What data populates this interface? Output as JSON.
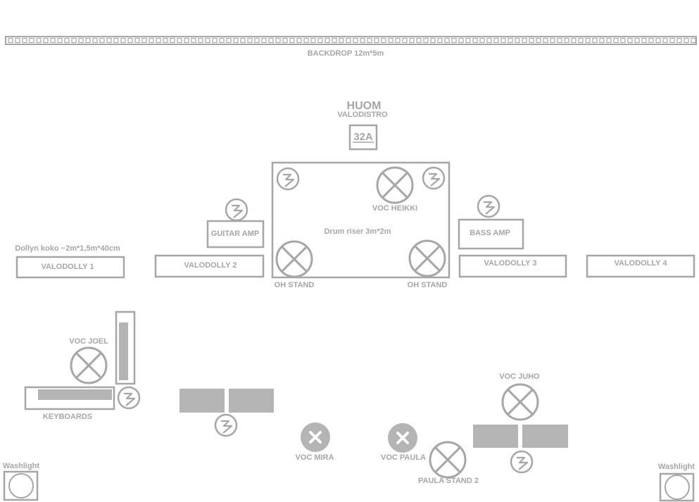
{
  "colors": {
    "stroke": "#a6a6a6",
    "fill": "#b4b4b4",
    "text": "#a6a6a6"
  },
  "icons": {
    "mic": "x-circle-icon",
    "mic_small": "x-circle-filled-icon",
    "power": "power-outlet-icon",
    "light": "washlight-icon"
  },
  "backdrop": {
    "label": "BACKDROP 12m*5m"
  },
  "notice": {
    "title": "HUOM",
    "subtitle": "VALODISTRO",
    "power_spec": "32A"
  },
  "drum_riser": {
    "label": "Drum riser 3m*2m"
  },
  "dolly_size": {
    "label": "Dollyn koko ~2m*1,5m*40cm"
  },
  "dollies": [
    "VALODOLLY 1",
    "VALODOLLY 2",
    "VALODOLLY 3",
    "VALODOLLY 4"
  ],
  "amps": {
    "guitar": "GUITAR AMP",
    "bass": "BASS AMP"
  },
  "mics": {
    "heikki": "VOC HEIKKI",
    "oh_left": "OH STAND",
    "oh_right": "OH STAND",
    "joel": "VOC JOEL",
    "juho": "VOC JUHO",
    "mira": "VOC MIRA",
    "paula": "VOC PAULA",
    "paula_stand2": "PAULA STAND 2"
  },
  "keyboards": {
    "label": "KEYBOARDS"
  },
  "washlights": {
    "left": "Washlight",
    "right": "Washlight"
  }
}
